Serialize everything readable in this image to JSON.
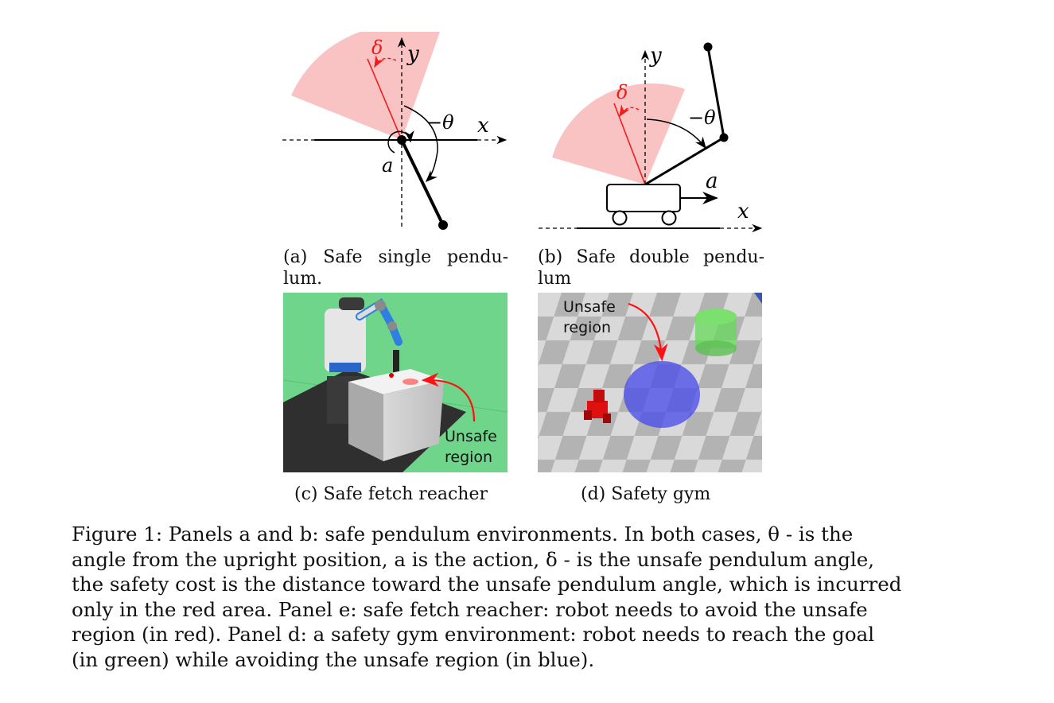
{
  "colors": {
    "unsafe_red_fill": "#f9c3c3",
    "unsafe_red_line": "#ee1c1c",
    "fetch_bg": "#6fd58a",
    "gym_blue": "#5b5fe6",
    "gym_green": "#66d95a"
  },
  "panel_a": {
    "delta_symbol": "δ",
    "y_label": "y",
    "x_label": "x",
    "theta_label": "−θ",
    "action_label": "a",
    "caption": "(a) Safe single pendu- lum."
  },
  "panel_b": {
    "delta_symbol": "δ",
    "y_label": "y",
    "x_label": "x",
    "theta_label": "−θ",
    "action_label": "a",
    "caption": "(b) Safe double pendu- lum"
  },
  "panel_c": {
    "annotation_line1": "Unsafe",
    "annotation_line2": "region",
    "caption": "(c) Safe fetch reacher"
  },
  "panel_d": {
    "annotation_line1": "Unsafe",
    "annotation_line2": "region",
    "caption": "(d) Safety gym"
  },
  "figure_caption": {
    "lines": [
      "Figure 1: Panels a and b: safe pendulum environments. In both cases, θ - is the",
      "angle from the upright position, a is the action, δ - is the unsafe pendulum angle,",
      "the safety cost is the distance toward the unsafe pendulum angle, which is incurred",
      "only in the red area. Panel e: safe fetch reacher: robot needs to avoid the unsafe",
      "region (in red). Panel d: a safety gym environment: robot needs to reach the goal",
      "(in green) while avoiding the unsafe region (in blue)."
    ]
  }
}
